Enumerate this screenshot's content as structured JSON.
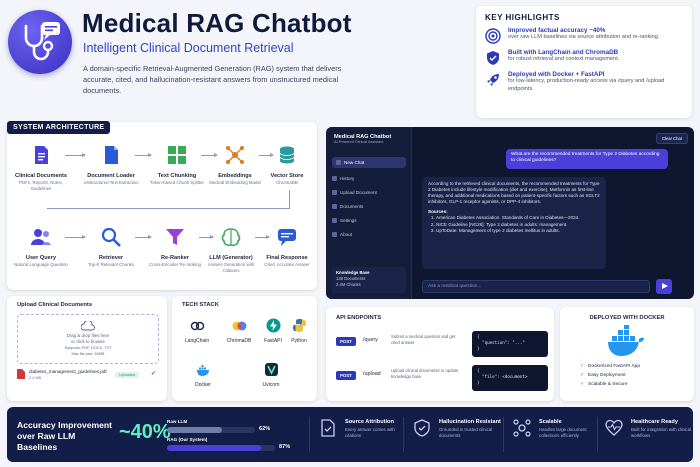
{
  "header": {
    "title": "Medical RAG Chatbot",
    "subtitle": "Intelligent Clinical Document Retrieval",
    "description": "A domain-specific Retrieval-Augmented Generation (RAG) system that delivers accurate, cited, and hallucination-resistant answers from unstructured medical documents."
  },
  "highlights": {
    "heading": "KEY HIGHLIGHTS",
    "items": [
      {
        "title": "Improved factual accuracy ~40%",
        "text": "over raw LLM baselines via source attribution and re-ranking.",
        "icon": "target-icon"
      },
      {
        "title": "Built with LangChain and ChromaDB",
        "text": "for robust retrieval and context management.",
        "icon": "shield-check-icon"
      },
      {
        "title": "Deployed with Docker + FastAPI",
        "text": "for low-latency, production-ready access via /query and /upload endpoints.",
        "icon": "rocket-icon"
      }
    ]
  },
  "architecture": {
    "heading": "SYSTEM ARCHITECTURE",
    "top_nodes": [
      {
        "name": "Clinical Documents",
        "sub": "PDFs, Reports, Notes, Guidelines",
        "icon": "document-icon"
      },
      {
        "name": "Document Loader",
        "sub": "Unstructured Text Extraction",
        "icon": "file-icon"
      },
      {
        "name": "Text Chunking",
        "sub": "Token-based Chunk Splitter",
        "icon": "grid-icon"
      },
      {
        "name": "Embeddings",
        "sub": "Medical Embedding Model",
        "icon": "network-icon"
      },
      {
        "name": "Vector Store",
        "sub": "ChromaDB",
        "icon": "database-icon"
      }
    ],
    "bottom_nodes": [
      {
        "name": "User Query",
        "sub": "Natural Language Question",
        "icon": "users-icon"
      },
      {
        "name": "Retriever",
        "sub": "Top-K Relevant Chunks",
        "icon": "search-icon"
      },
      {
        "name": "Re-Ranker",
        "sub": "Cross-Encoder Re-ranking",
        "icon": "funnel-icon"
      },
      {
        "name": "LLM (Generator)",
        "sub": "Answer Generation with Citations",
        "icon": "brain-icon"
      },
      {
        "name": "Final Response",
        "sub": "Cited, Accurate Answer",
        "icon": "chat-bubble-icon"
      }
    ]
  },
  "chat": {
    "brand": "Medical RAG Chatbot",
    "brand_sub": "AI-Powered Clinical Assistant",
    "clear": "Clear Chat",
    "nav": [
      "New Chat",
      "History",
      "Upload Document",
      "Documents",
      "Settings",
      "About"
    ],
    "kb_title": "Knowledge Base",
    "kb_docs": "128 Documents",
    "kb_chunks": "2.4M Chunks",
    "user_message": "What are the recommended treatments for Type 2 Diabetes according to clinical guidelines?",
    "bot_message": "According to the retrieved clinical documents, the recommended treatments for Type 2 Diabetes include lifestyle modification (diet and exercise), Metformin as first-line therapy, and additional medications based on patient-specific factors such as SGLT2 inhibitors, GLP-1 receptor agonists, or DPP-4 inhibitors.",
    "sources_label": "Sources:",
    "sources": [
      "American Diabetes Association. Standards of Care in Diabetes—2024.",
      "NICE Guideline [NG28]: Type 2 diabetes in adults: management.",
      "UpToDate: Management of type 2 diabetes mellitus in adults."
    ],
    "input_placeholder": "Ask a medical question..."
  },
  "upload": {
    "heading": "Upload Clinical Documents",
    "drop_text": "Drag & drop files here",
    "drop_text2": "or click to browse",
    "supports": "Supports: PDF, DOCX, TXT",
    "max": "Max file size: 50MB",
    "file_name": "diabetes_management_guidelines.pdf",
    "file_size": "2.4 MB",
    "file_status": "Uploaded"
  },
  "tech": {
    "heading": "TECH STACK",
    "items": [
      "LangChain",
      "ChromaDB",
      "FastAPI",
      "Python",
      "Docker",
      "Uvicorn"
    ]
  },
  "api": {
    "heading": "API ENDPOINTS",
    "endpoints": [
      {
        "method": "POST",
        "route": "/query",
        "desc": "Submit a medical question and get cited answer",
        "code": "{\n  \"question\": \"...\"\n}"
      },
      {
        "method": "POST",
        "route": "/upload",
        "desc": "Upload clinical documents to update knowledge base",
        "code": "{\n  \"file\": <document>\n}"
      }
    ]
  },
  "docker": {
    "heading": "DEPLOYED WITH DOCKER",
    "items": [
      "Dockerized FastAPI App",
      "Easy Deployment",
      "Scalable & Secure"
    ]
  },
  "footer": {
    "title": "Accuracy Improvement over Raw LLM Baselines",
    "big_value": "~40%",
    "bars": [
      {
        "label": "Raw LLM",
        "value": 62,
        "text": "62%",
        "color": "#6f7ea8"
      },
      {
        "label": "RAG (Our System)",
        "value": 87,
        "text": "87%",
        "color": "#4b3fd9"
      }
    ],
    "features": [
      {
        "title": "Source Attribution",
        "text": "Every answer comes with citations",
        "icon": "document-check-icon"
      },
      {
        "title": "Hallucination Resistant",
        "text": "Grounded in trusted clinical documents",
        "icon": "shield-icon"
      },
      {
        "title": "Scalable",
        "text": "Handles large document collections efficiently",
        "icon": "scale-nodes-icon"
      },
      {
        "title": "Healthcare Ready",
        "text": "Built for integration with clinical workflows",
        "icon": "heart-pulse-icon"
      }
    ]
  },
  "colors": {
    "accent": "#4b3fd9",
    "navy": "#121d48",
    "teal": "#5ff0c0"
  }
}
